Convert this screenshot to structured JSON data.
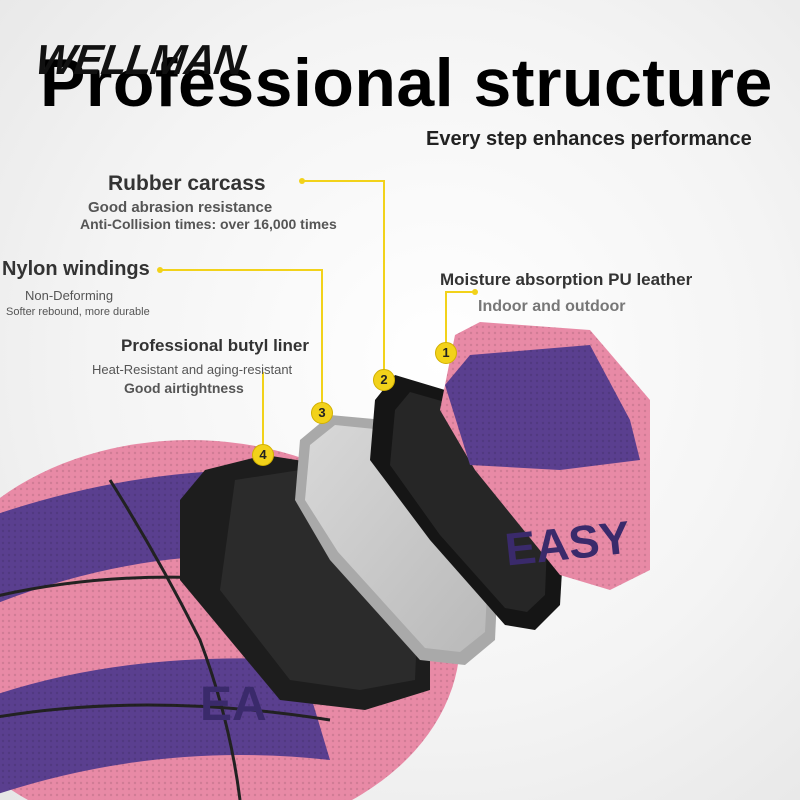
{
  "brand": {
    "logo_text": "WELLMAN",
    "accent_color": "#f2d21a",
    "ball_pink": "#e88aa6",
    "ball_purple": "#5a3f8f"
  },
  "header": {
    "title": "Professional structure",
    "subtitle": "Every step enhances performance"
  },
  "layers": [
    {
      "number": "1",
      "title": "Moisture absorption PU leather",
      "lines": [
        "Indoor and outdoor"
      ]
    },
    {
      "number": "2",
      "title": "Rubber carcass",
      "lines": [
        "Good abrasion resistance",
        "Anti-Collision times: over 16,000 times"
      ]
    },
    {
      "number": "3",
      "title": "Nylon windings",
      "lines": [
        "Non-Deforming",
        "Softer rebound, more durable"
      ]
    },
    {
      "number": "4",
      "title": "Professional butyl liner",
      "lines": [
        "Heat-Resistant and aging-resistant",
        "Good airtightness"
      ]
    }
  ],
  "panel_print": {
    "front_panel_text": "EASY",
    "ball_text": "EA"
  }
}
